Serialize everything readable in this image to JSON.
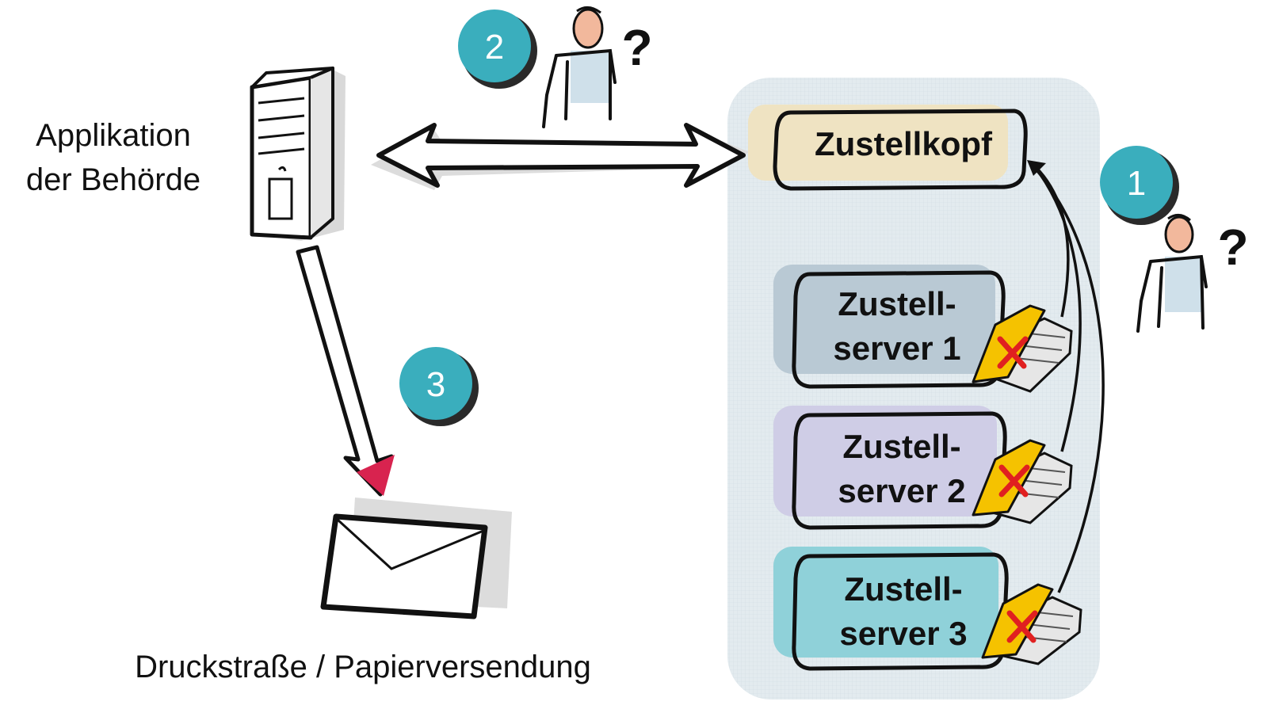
{
  "app_label": {
    "line1": "Applikation",
    "line2": "der Behörde"
  },
  "print_label": "Druckstraße / Papierversendung",
  "zustellkopf_label": "Zustellkopf",
  "servers": [
    {
      "line1": "Zustell-",
      "line2": "server 1",
      "color": "#b9c9d4"
    },
    {
      "line1": "Zustell-",
      "line2": "server 2",
      "color": "#cfcde6"
    },
    {
      "line1": "Zustell-",
      "line2": "server 3",
      "color": "#8fd1d9"
    }
  ],
  "steps": [
    "1",
    "2",
    "3"
  ],
  "question_mark": "?",
  "colors": {
    "badge": "#3aaebd",
    "panel": "#e3ebef",
    "zustellkopf": "#efe3c2",
    "arrow_tip": "#d8234f",
    "mail_yellow": "#f5c200",
    "cross": "#e02020"
  },
  "icons": {
    "computer": "tower-computer-icon",
    "person": "person-icon",
    "envelope": "envelope-icon",
    "mailbox": "failed-mailbox-icon"
  }
}
